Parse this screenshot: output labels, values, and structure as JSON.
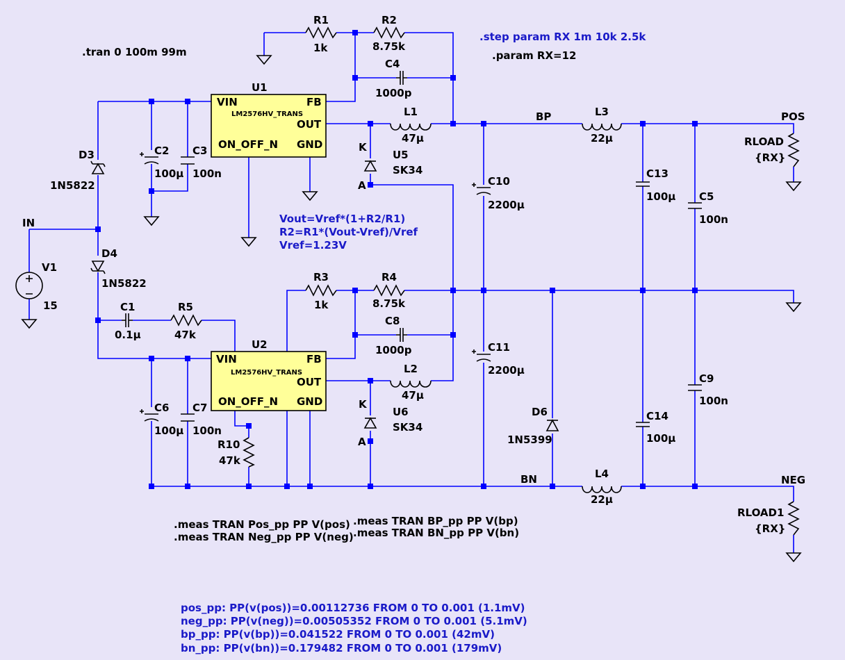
{
  "directives": {
    "tran": ".tran 0 100m 99m",
    "step": ".step param RX 1m 10k 2.5k",
    "param": ".param RX=12"
  },
  "notes": [
    "Vout=Vref*(1+R2/R1)",
    "R2=R1*(Vout-Vref)/Vref",
    "Vref=1.23V"
  ],
  "meas": [
    ".meas TRAN Pos_pp PP V(pos)",
    ".meas TRAN Neg_pp PP V(neg)",
    ".meas TRAN BP_pp PP V(bp)",
    ".meas TRAN BN_pp PP V(bn)"
  ],
  "results": [
    "pos_pp: PP(v(pos))=0.00112736 FROM 0 TO 0.001 (1.1mV)",
    "neg_pp: PP(v(neg))=0.00505352 FROM 0 TO 0.001 (5.1mV)",
    "bp_pp: PP(v(bp))=0.041522 FROM 0 TO 0.001 (42mV)",
    "bn_pp: PP(v(bn))=0.179482 FROM 0 TO 0.001 (179mV)"
  ],
  "nets": {
    "in": "IN",
    "bp": "BP",
    "pos": "POS",
    "bn": "BN",
    "neg": "NEG"
  },
  "components": {
    "r1": {
      "name": "R1",
      "value": "1k"
    },
    "r2": {
      "name": "R2",
      "value": "8.75k"
    },
    "r3": {
      "name": "R3",
      "value": "1k"
    },
    "r4": {
      "name": "R4",
      "value": "8.75k"
    },
    "r5": {
      "name": "R5",
      "value": "47k"
    },
    "r10": {
      "name": "R10",
      "value": "47k"
    },
    "c1": {
      "name": "C1",
      "value": "0.1µ"
    },
    "c2": {
      "name": "C2",
      "value": "100µ"
    },
    "c3": {
      "name": "C3",
      "value": "100n"
    },
    "c4": {
      "name": "C4",
      "value": "1000p"
    },
    "c5": {
      "name": "C5",
      "value": "100n"
    },
    "c6": {
      "name": "C6",
      "value": "100µ"
    },
    "c7": {
      "name": "C7",
      "value": "100n"
    },
    "c8": {
      "name": "C8",
      "value": "1000p"
    },
    "c9": {
      "name": "C9",
      "value": "100n"
    },
    "c10": {
      "name": "C10",
      "value": "2200µ"
    },
    "c11": {
      "name": "C11",
      "value": "2200µ"
    },
    "c13": {
      "name": "C13",
      "value": "100µ"
    },
    "c14": {
      "name": "C14",
      "value": "100µ"
    },
    "l1": {
      "name": "L1",
      "value": "47µ"
    },
    "l2": {
      "name": "L2",
      "value": "47µ"
    },
    "l3": {
      "name": "L3",
      "value": "22µ"
    },
    "l4": {
      "name": "L4",
      "value": "22µ"
    },
    "d3": {
      "name": "D3",
      "value": "1N5822"
    },
    "d4": {
      "name": "D4",
      "value": "1N5822"
    },
    "d6": {
      "name": "D6",
      "value": "1N5399"
    },
    "u5": {
      "name": "U5",
      "value": "SK34",
      "k": "K",
      "a": "A"
    },
    "u6": {
      "name": "U6",
      "value": "SK34",
      "k": "K",
      "a": "A"
    },
    "v1": {
      "name": "V1",
      "value": "15"
    },
    "rload": {
      "name": "RLOAD",
      "value": "{RX}"
    },
    "rload1": {
      "name": "RLOAD1",
      "value": "{RX}"
    }
  },
  "ic": {
    "u1": {
      "name": "U1",
      "part": "LM2576HV_TRANS",
      "pins": {
        "vin": "VIN",
        "fb": "FB",
        "out": "OUT",
        "on": "ON_OFF_N",
        "gnd": "GND"
      }
    },
    "u2": {
      "name": "U2",
      "part": "LM2576HV_TRANS",
      "pins": {
        "vin": "VIN",
        "fb": "FB",
        "out": "OUT",
        "on": "ON_OFF_N",
        "gnd": "GND"
      }
    }
  }
}
